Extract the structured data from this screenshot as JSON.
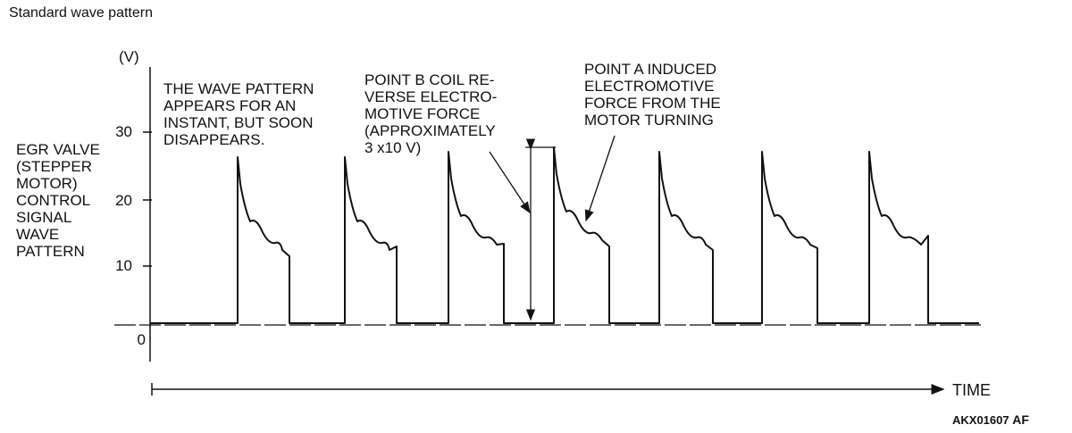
{
  "caption": "Standard wave pattern",
  "side_label": [
    "EGR VALVE",
    "(STEPPER",
    "MOTOR)",
    "CONTROL",
    "SIGNAL",
    "WAVE",
    "PATTERN"
  ],
  "y_unit": "(V)",
  "y_ticks": [
    "30",
    "20",
    "10",
    "0"
  ],
  "annotation_1": [
    "THE WAVE PATTERN",
    "APPEARS FOR AN",
    "INSTANT, BUT SOON",
    "DISAPPEARS."
  ],
  "annotation_2": [
    "POINT B COIL RE-",
    "VERSE ELECTRO-",
    "MOTIVE FORCE",
    "(APPROXIMATELY",
    "3 x10 V)"
  ],
  "annotation_3": [
    "POINT A INDUCED",
    "ELECTROMOTIVE",
    "FORCE FROM THE",
    "MOTOR TURNING"
  ],
  "x_label": "TIME",
  "figure_code": "AKX01607",
  "figure_suffix": "AF"
}
